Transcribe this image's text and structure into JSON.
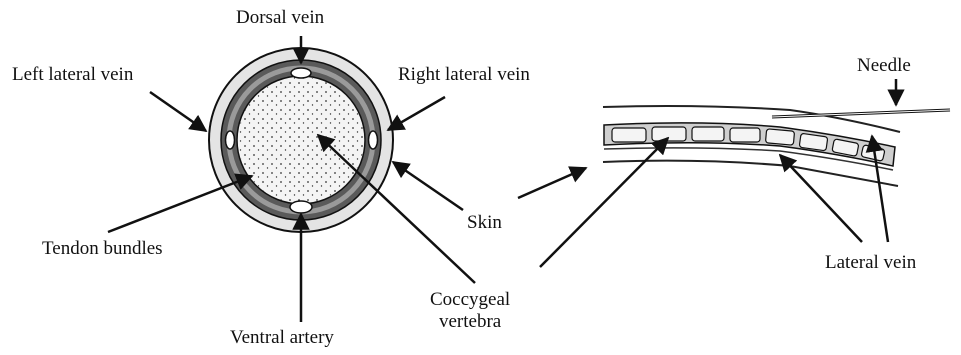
{
  "labels": {
    "dorsal_vein": "Dorsal vein",
    "left_lateral_vein": "Left lateral vein",
    "right_lateral_vein": "Right lateral vein",
    "tendon_bundles": "Tendon bundles",
    "ventral_artery": "Ventral artery",
    "skin": "Skin",
    "coccygeal_vertebra": "Coccygeal\nvertebra",
    "needle": "Needle",
    "lateral_vein": "Lateral vein"
  }
}
